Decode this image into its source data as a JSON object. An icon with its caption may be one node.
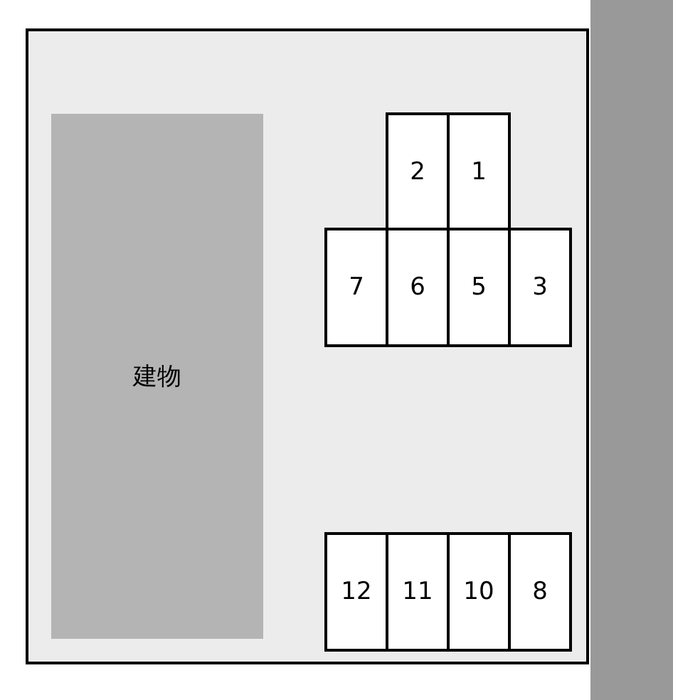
{
  "diagram": {
    "nodes": [
      {
        "text": [],
        "shape": "box"
      },
      {
        "text": [
          "建物"
        ],
        "in": 0
      },
      {
        "text": [
          "2"
        ],
        "in": 0
      },
      {
        "text": [
          "1"
        ],
        "in": 0
      },
      {
        "text": [
          "7"
        ],
        "in": 0
      },
      {
        "text": [
          "6"
        ],
        "in": 0
      },
      {
        "text": [
          "5"
        ],
        "in": 0
      },
      {
        "text": [
          "3"
        ],
        "in": 0
      },
      {
        "text": [
          "12"
        ],
        "in": 0
      },
      {
        "text": [
          "11"
        ],
        "in": 0
      },
      {
        "text": [
          "10"
        ],
        "in": 0
      },
      {
        "text": [
          "8"
        ],
        "in": 0
      },
      {
        "text": [],
        "shape": "box"
      }
    ]
  }
}
